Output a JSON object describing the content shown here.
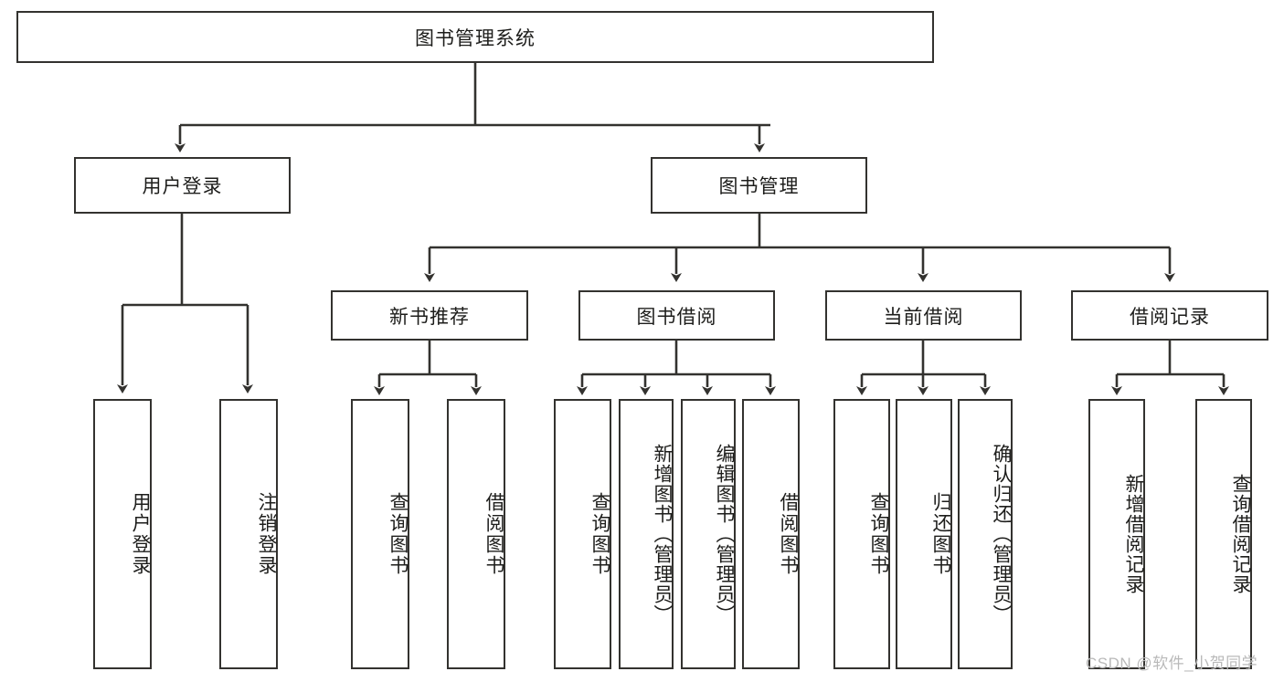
{
  "diagram": {
    "type": "hierarchy-tree",
    "title": "图书管理系统",
    "root": {
      "id": "root",
      "label": "图书管理系统",
      "orientation": "horizontal"
    },
    "level1": [
      {
        "id": "user-login",
        "label": "用户登录",
        "orientation": "horizontal"
      },
      {
        "id": "book-manage",
        "label": "图书管理",
        "orientation": "horizontal"
      }
    ],
    "level2": [
      {
        "id": "new-book-recommend",
        "label": "新书推荐",
        "orientation": "horizontal",
        "parent": "book-manage"
      },
      {
        "id": "book-borrow",
        "label": "图书借阅",
        "orientation": "horizontal",
        "parent": "book-manage"
      },
      {
        "id": "current-borrow",
        "label": "当前借阅",
        "orientation": "horizontal",
        "parent": "book-manage"
      },
      {
        "id": "borrow-record",
        "label": "借阅记录",
        "orientation": "horizontal",
        "parent": "book-manage"
      }
    ],
    "leaves": [
      {
        "id": "leaf-user-login",
        "label": "用户登录",
        "parent": "user-login"
      },
      {
        "id": "leaf-user-logout",
        "label": "注销登录",
        "parent": "user-login"
      },
      {
        "id": "leaf-query-book-1",
        "label": "查询图书",
        "parent": "new-book-recommend"
      },
      {
        "id": "leaf-borrow-book-1",
        "label": "借阅图书",
        "parent": "new-book-recommend"
      },
      {
        "id": "leaf-query-book-2",
        "label": "查询图书",
        "parent": "book-borrow"
      },
      {
        "id": "leaf-add-book",
        "label": "新增图书（管理员）",
        "parent": "book-borrow"
      },
      {
        "id": "leaf-edit-book",
        "label": "编辑图书（管理员）",
        "parent": "book-borrow"
      },
      {
        "id": "leaf-borrow-book-2",
        "label": "借阅图书",
        "parent": "book-borrow"
      },
      {
        "id": "leaf-query-book-3",
        "label": "查询图书",
        "parent": "current-borrow"
      },
      {
        "id": "leaf-return-book",
        "label": "归还图书",
        "parent": "current-borrow"
      },
      {
        "id": "leaf-confirm-return",
        "label": "确认归还（管理员）",
        "parent": "current-borrow"
      },
      {
        "id": "leaf-add-record",
        "label": "新增借阅记录",
        "parent": "borrow-record"
      },
      {
        "id": "leaf-query-record",
        "label": "查询借阅记录",
        "parent": "borrow-record"
      }
    ],
    "colors": {
      "stroke": "#33322f",
      "fill": "#ffffff",
      "text": "#1d1d1b",
      "watermark": "#b9b9b9"
    }
  },
  "watermark": {
    "text": "CSDN @软件_小贺同学"
  }
}
